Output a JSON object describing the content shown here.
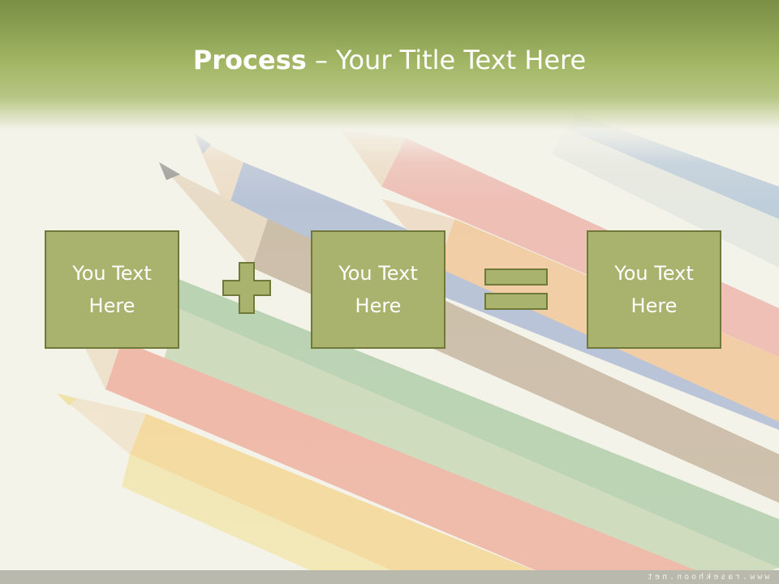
{
  "title": {
    "bold": "Process",
    "rest": " – Your Title Text Here"
  },
  "boxes": [
    {
      "line1": "You Text",
      "line2": "Here"
    },
    {
      "line1": "You Text",
      "line2": "Here"
    },
    {
      "line1": "You Text",
      "line2": "Here"
    }
  ],
  "operators": [
    "plus-icon",
    "equals-icon"
  ],
  "footer": {
    "url": "www.rasekhoon.net"
  },
  "colors": {
    "header_dark": "#7a8e44",
    "box_fill": "#a9b36d",
    "box_border": "#6f7a3a",
    "text": "#ffffff"
  }
}
